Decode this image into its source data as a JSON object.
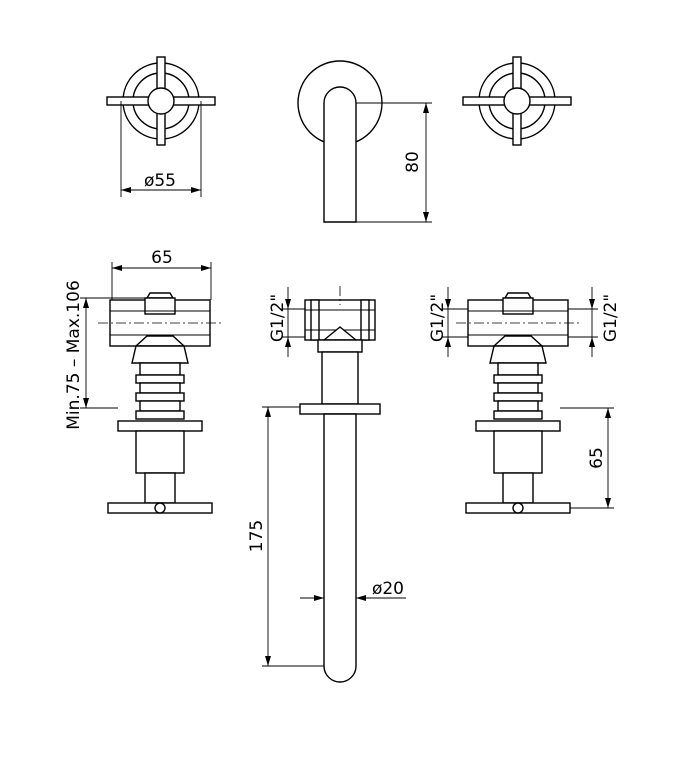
{
  "dimensions": {
    "handle_diameter": "ø55",
    "spout_height": "80",
    "body_width": "65",
    "wall_depth_range": "Min.75 – Max.106",
    "spout_thread": "G1/2\"",
    "inlet_thread_left": "G1/2\"",
    "inlet_thread_right": "G1/2\"",
    "spout_length": "175",
    "spout_diameter": "ø20",
    "flange_to_handle": "65"
  }
}
